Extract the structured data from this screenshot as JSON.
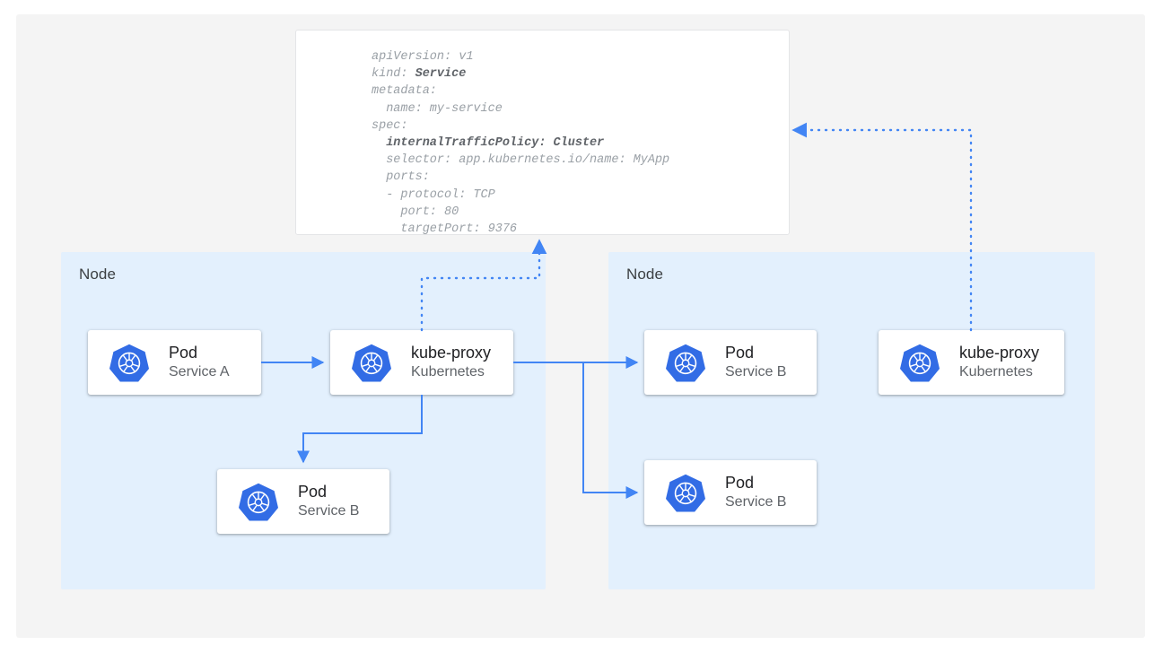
{
  "canvas": {
    "background": "#f4f4f4",
    "page_background": "#ffffff"
  },
  "colors": {
    "node_panel": "#e3f0fd",
    "card": "#ffffff",
    "arrow": "#4285f4",
    "k8s_blue": "#326ce5",
    "title_text": "#202124",
    "sub_text": "#5f6368",
    "code_text": "#9aa0a6",
    "code_bold_text": "#5f6368"
  },
  "yaml": {
    "title": "service-manifest",
    "lines": [
      {
        "text": "apiVersion: v1",
        "bold": false
      },
      {
        "text": "kind: ",
        "bold": false,
        "bold_tail": "Service"
      },
      {
        "text": "metadata:",
        "bold": false
      },
      {
        "text": "  name: my-service",
        "bold": false
      },
      {
        "text": "spec:",
        "bold": false
      },
      {
        "text": "  internalTrafficPolicy: Cluster",
        "bold": true
      },
      {
        "text": "  selector: app.kubernetes.io/name: MyApp",
        "bold": false
      },
      {
        "text": "  ports:",
        "bold": false
      },
      {
        "text": "  - protocol: TCP",
        "bold": false
      },
      {
        "text": "    port: 80",
        "bold": false
      },
      {
        "text": "    targetPort: 9376",
        "bold": false
      }
    ],
    "plain_text": "apiVersion: v1\nkind: Service\nmetadata:\n  name: my-service\nspec:\n  internalTrafficPolicy: Cluster\n  selector: app.kubernetes.io/name: MyApp\n  ports:\n  - protocol: TCP\n    port: 80\n    targetPort: 9376"
  },
  "nodes": [
    {
      "id": "node-left",
      "label": "Node"
    },
    {
      "id": "node-right",
      "label": "Node"
    }
  ],
  "cards": {
    "pod_a": {
      "title": "Pod",
      "subtitle": "Service A",
      "icon": "kubernetes-icon"
    },
    "kube_proxy_left": {
      "title": "kube-proxy",
      "subtitle": "Kubernetes",
      "icon": "kubernetes-icon"
    },
    "pod_b_left": {
      "title": "Pod",
      "subtitle": "Service B",
      "icon": "kubernetes-icon"
    },
    "pod_b_top_right": {
      "title": "Pod",
      "subtitle": "Service B",
      "icon": "kubernetes-icon"
    },
    "pod_b_bottom_right": {
      "title": "Pod",
      "subtitle": "Service B",
      "icon": "kubernetes-icon"
    },
    "kube_proxy_right": {
      "title": "kube-proxy",
      "subtitle": "Kubernetes",
      "icon": "kubernetes-icon"
    }
  },
  "connectors": [
    {
      "name": "pod-a-to-kube-proxy",
      "style": "solid",
      "from": "pod_a",
      "to": "kube_proxy_left"
    },
    {
      "name": "kube-proxy-to-pod-b-left",
      "style": "solid",
      "from": "kube_proxy_left",
      "to": "pod_b_left"
    },
    {
      "name": "kube-proxy-to-pod-b-top-right",
      "style": "solid",
      "from": "kube_proxy_left",
      "to": "pod_b_top_right"
    },
    {
      "name": "kube-proxy-to-pod-b-bottom-right",
      "style": "solid",
      "from": "kube_proxy_left",
      "to": "pod_b_bottom_right"
    },
    {
      "name": "kube-proxy-left-to-manifest",
      "style": "dotted",
      "from": "kube_proxy_left",
      "to": "yaml"
    },
    {
      "name": "kube-proxy-right-to-manifest",
      "style": "dotted",
      "from": "kube_proxy_right",
      "to": "yaml"
    }
  ]
}
